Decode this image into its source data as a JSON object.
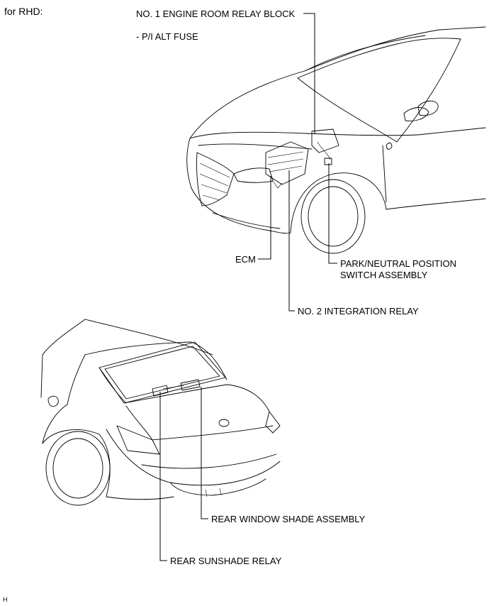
{
  "header": {
    "variant": "for RHD:"
  },
  "labels": {
    "relay_block": "NO. 1 ENGINE ROOM RELAY BLOCK",
    "fuse": "- P/I ALT FUSE",
    "ecm": "ECM",
    "pnp_line1": "PARK/NEUTRAL POSITION",
    "pnp_line2": "SWITCH ASSEMBLY",
    "integration_relay": "NO. 2 INTEGRATION RELAY",
    "rear_window_shade": "REAR WINDOW SHADE ASSEMBLY",
    "rear_sunshade_relay": "REAR SUNSHADE RELAY"
  },
  "footer": {
    "code": "H"
  }
}
